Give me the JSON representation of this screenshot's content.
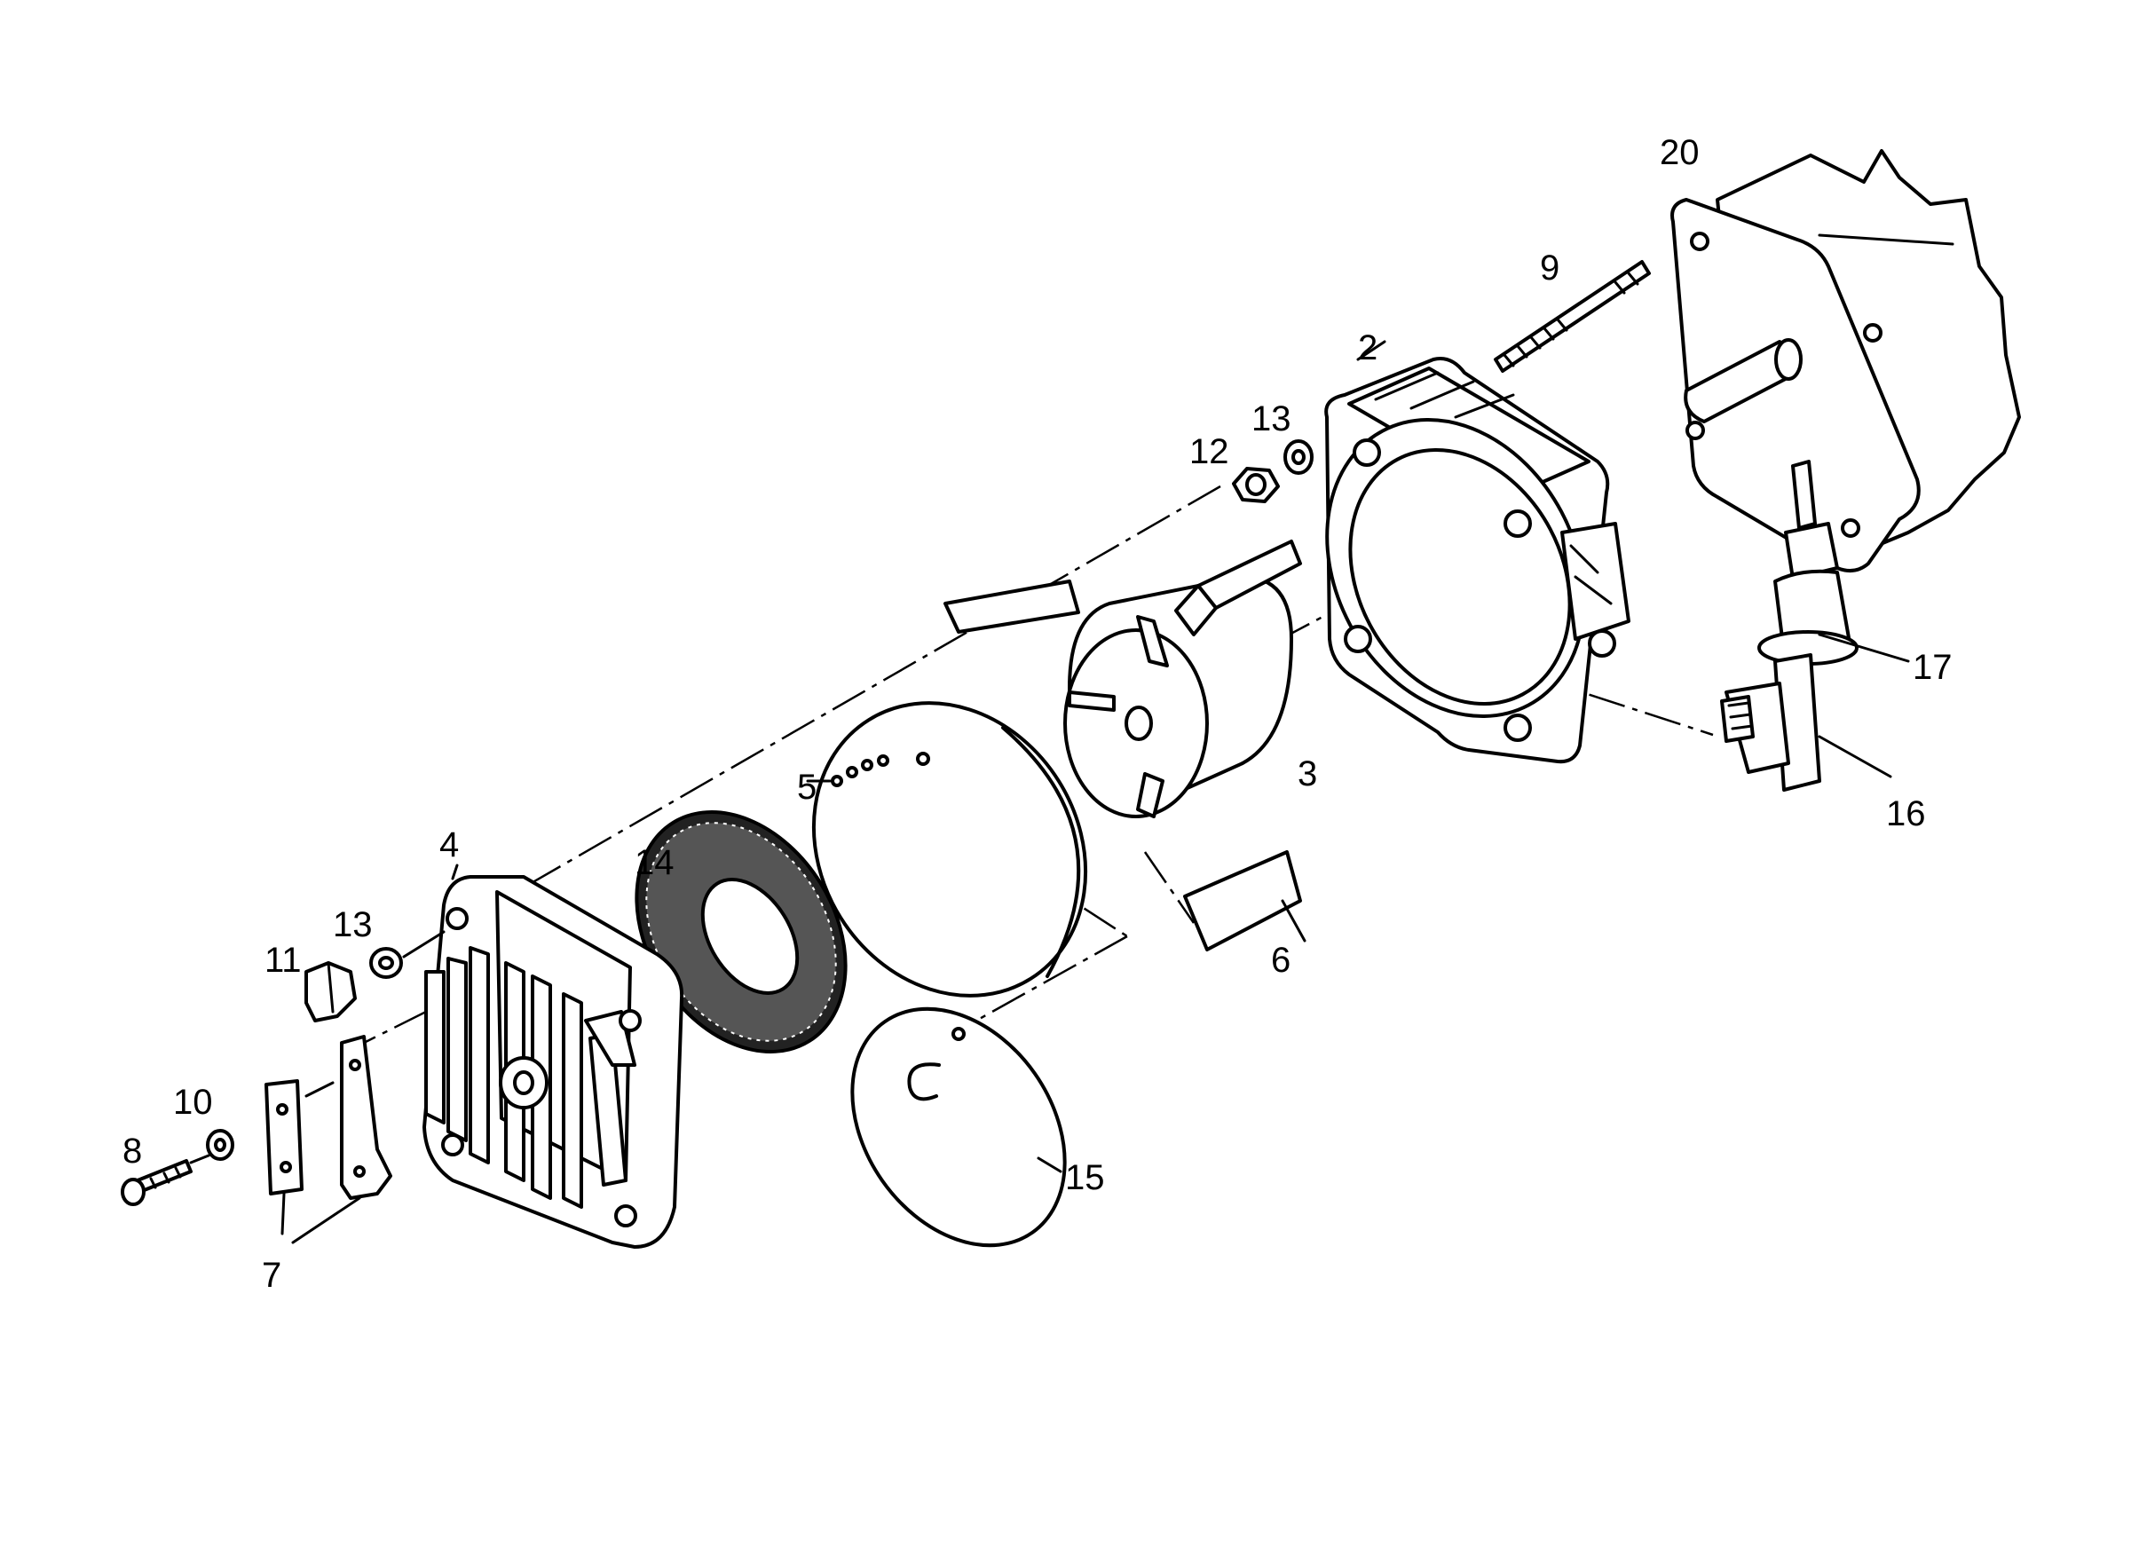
{
  "diagram": {
    "type": "exploded-parts-view",
    "part_labels": {
      "p2": "2",
      "p3": "3",
      "p4": "4",
      "p5": "5",
      "p6": "6",
      "p7": "7",
      "p8": "8",
      "p9": "9",
      "p10": "10",
      "p11": "11",
      "p12": "12",
      "p13a": "13",
      "p13b": "13",
      "p14": "14",
      "p15": "15",
      "p16": "16",
      "p17": "17",
      "p20": "20"
    }
  }
}
